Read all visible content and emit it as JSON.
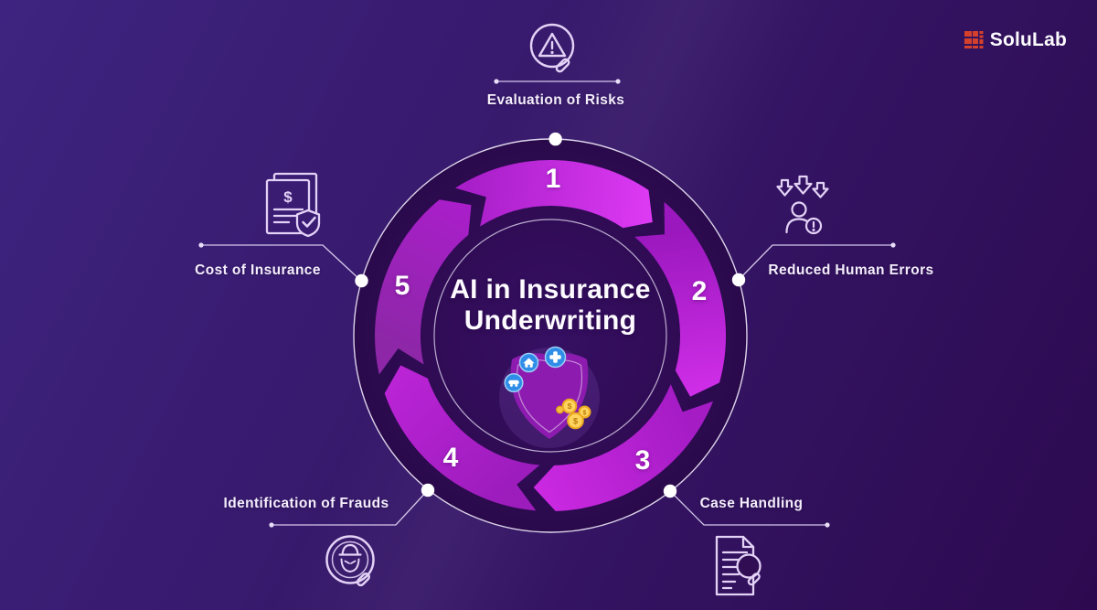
{
  "brand": {
    "name": "SoluLab",
    "logo_icon": "solulab-logo-mark",
    "logo_color": "#d5402c"
  },
  "center": {
    "title_line1": "AI in Insurance",
    "title_line2": "Underwriting",
    "icon": "insurance-shield-icon"
  },
  "steps": [
    {
      "number": "1",
      "label": "Evaluation of Risks",
      "position": "top",
      "icon": "magnifier-warning-icon"
    },
    {
      "number": "2",
      "label": "Reduced Human Errors",
      "position": "right",
      "icon": "person-down-arrows-icon"
    },
    {
      "number": "3",
      "label": "Case Handling",
      "position": "bottom-right",
      "icon": "document-magnifier-icon"
    },
    {
      "number": "4",
      "label": "Identification of Frauds",
      "position": "bottom-left",
      "icon": "spy-magnifier-icon"
    },
    {
      "number": "5",
      "label": "Cost of Insurance",
      "position": "left",
      "icon": "invoice-shield-check-icon"
    }
  ],
  "icons": {
    "currency_symbol": "$"
  },
  "colors": {
    "background_start": "#3e2480",
    "background_end": "#2d0a50",
    "ring_bright_magenta": "#de3af4",
    "ring_dark_magenta": "#8d27a7",
    "connector_line": "#ded2f2",
    "icon_stroke": "#e3d2f6",
    "badge_blue": "#2f8de8",
    "coin_gold": "#ffd45e",
    "coin_gold_rim": "#eda921",
    "logo_red": "#d5402c",
    "text_white": "#f4eefc"
  }
}
